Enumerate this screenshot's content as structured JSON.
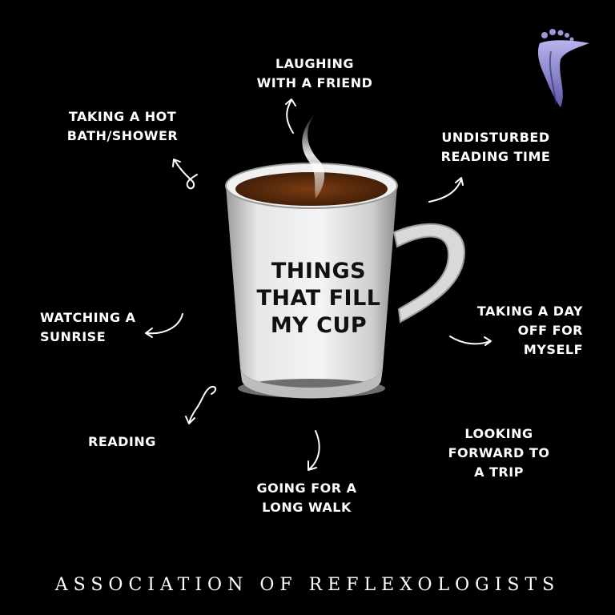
{
  "mug_title": [
    "THINGS",
    "THAT FILL",
    "MY CUP"
  ],
  "items": {
    "laughing": [
      "LAUGHING",
      "WITH A FRIEND"
    ],
    "hot_bath": [
      "TAKING A HOT",
      "BATH/SHOWER"
    ],
    "undisturbed": [
      "UNDISTURBED",
      "READING TIME"
    ],
    "sunrise": [
      "WATCHING A",
      "SUNRISE"
    ],
    "day_off": [
      "TAKING A DAY",
      "OFF FOR",
      "MYSELF"
    ],
    "reading": [
      "READING"
    ],
    "long_walk": [
      "GOING FOR A",
      "LONG WALK"
    ],
    "trip": [
      "LOOKING",
      "FORWARD TO",
      "A TRIP"
    ]
  },
  "footer": "ASSOCIATION OF REFLEXOLOGISTS",
  "logo": {
    "icon": "reflexology-foot-figure-logo",
    "color": "#8a86c8"
  },
  "colors": {
    "background": "#000000",
    "mug": "#e8e8e8",
    "coffee": "#5a2e12",
    "text": "#ffffff"
  }
}
